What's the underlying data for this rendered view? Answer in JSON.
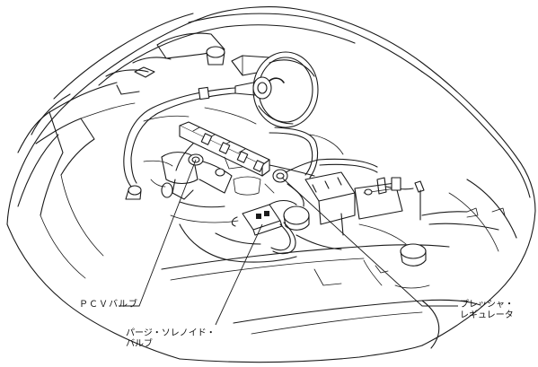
{
  "labels": {
    "pcv_valve": "ＰＣＶバルブ",
    "purge_solenoid_line1": "パージ・ソレノイド・",
    "purge_solenoid_line2": "バルブ",
    "pressure_regulator_line1": "プレッシャ・",
    "pressure_regulator_line2": "レギュレータ"
  }
}
